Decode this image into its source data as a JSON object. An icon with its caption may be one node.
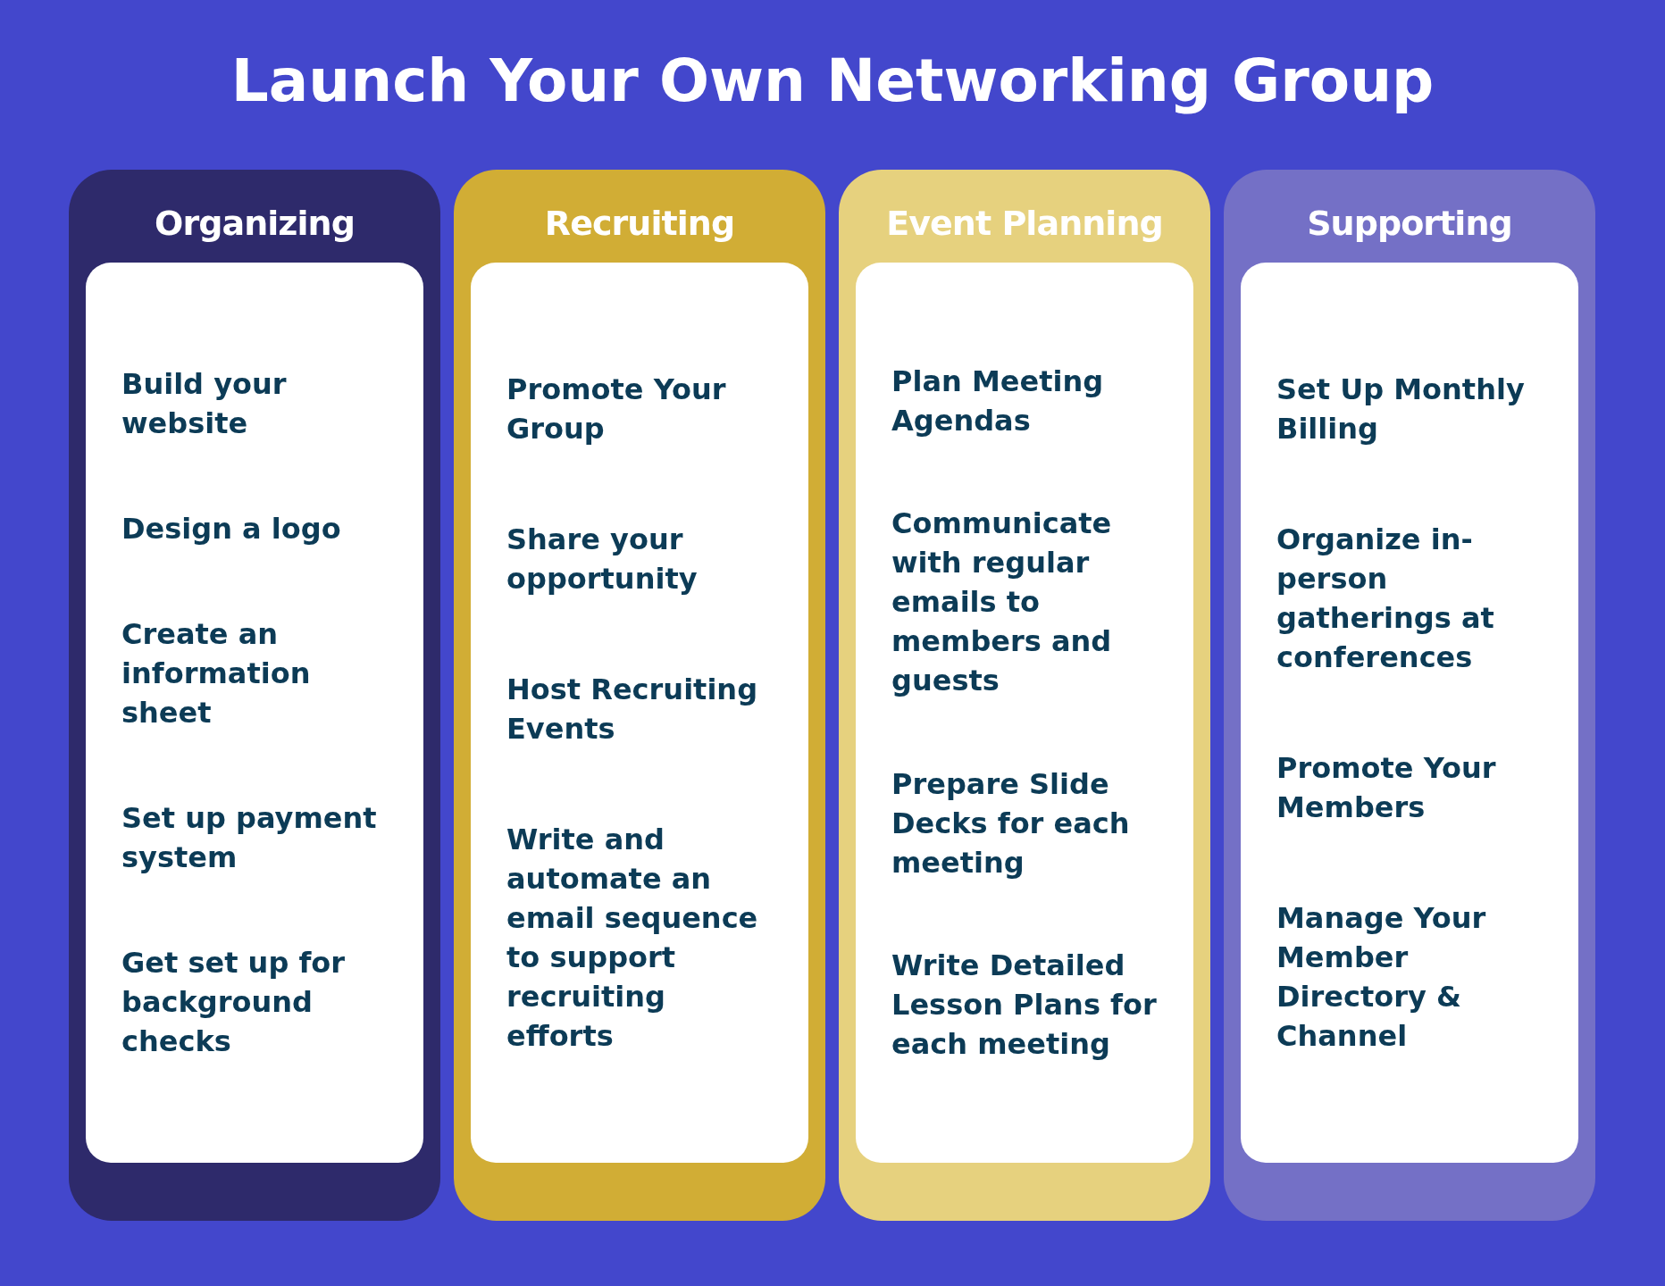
{
  "diagram": {
    "title": "Launch Your Own Networking Group",
    "nodes": [
      {
        "text": [
          "Organizing"
        ]
      },
      {
        "text": [
          "Build your website",
          "Design a logo",
          "Create an information sheet",
          "Set up payment system",
          "Get set up for background checks"
        ],
        "in": 0
      },
      {
        "text": [
          "Recruiting"
        ]
      },
      {
        "text": [
          "Promote Your Group",
          "Share your opportunity",
          "Host Recruiting Events",
          "Write and automate an email sequence to support recruiting efforts"
        ],
        "in": 2
      },
      {
        "text": [
          "Event Planning"
        ]
      },
      {
        "text": [
          "Plan Meeting Agendas",
          "Communicate with regular emails to members and guests",
          "Prepare Slide Decks for each meeting",
          "Write Detailed Lesson Plans for each meeting"
        ],
        "in": 4
      },
      {
        "text": [
          "Supporting"
        ]
      },
      {
        "text": [
          "Set Up Monthly Billing",
          "Organize in-person gatherings at conferences",
          "Promote Your Members",
          "Manage Your Member Directory & Channel"
        ],
        "in": 6
      }
    ]
  }
}
